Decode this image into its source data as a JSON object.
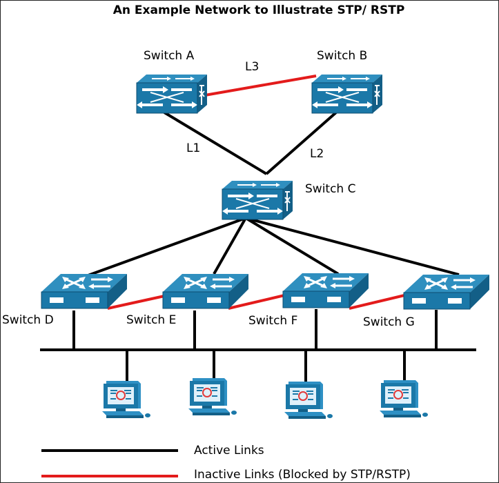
{
  "title": "An Example Network to Illustrate STP/ RSTP",
  "switches": {
    "a": "Switch A",
    "b": "Switch B",
    "c": "Switch C",
    "d": "Switch D",
    "e": "Switch E",
    "f": "Switch F",
    "g": "Switch G"
  },
  "links": {
    "l1": "L1",
    "l2": "L2",
    "l3": "L3"
  },
  "legend": {
    "active": "Active Links",
    "inactive": "Inactive Links (Blocked by STP/RSTP)"
  },
  "colors": {
    "active_link": "#000000",
    "inactive_link": "#e31b1b",
    "device_blue": "#1b78a8"
  }
}
